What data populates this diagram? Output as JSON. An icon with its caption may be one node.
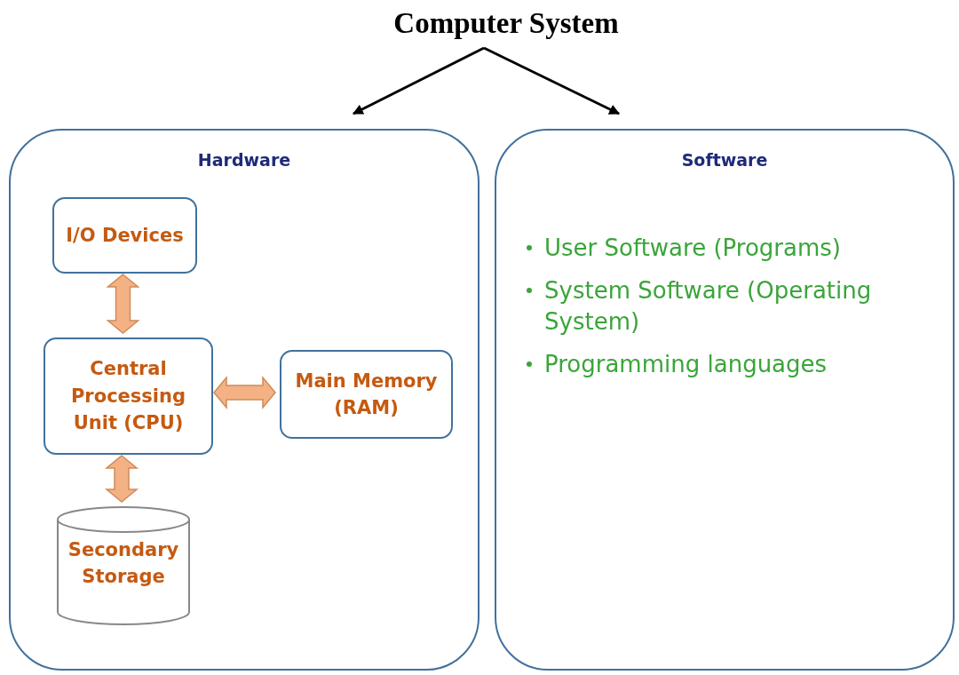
{
  "diagram": {
    "nodes": [
      {
        "text": [
          "Computer System"
        ]
      },
      {
        "text": [
          "Hardware"
        ]
      },
      {
        "text": [
          "I/O Devices"
        ],
        "in": 1
      },
      {
        "text": [
          "Central Processing Unit (CPU)"
        ],
        "in": 1
      },
      {
        "text": [
          "Main Memory (RAM)"
        ],
        "in": 1
      },
      {
        "text": [
          "Secondary Storage"
        ],
        "in": 1
      },
      {
        "text": [
          "Software",
          "User Software (Programs)",
          "System Software (Operating System)",
          "Programming languages"
        ]
      }
    ],
    "edges": [
      {
        "from": 0,
        "to": 1,
        "arrow": "to",
        "color": "#000000"
      },
      {
        "from": 0,
        "to": 6,
        "arrow": "to",
        "color": "#000000"
      },
      {
        "from": 2,
        "to": 3,
        "arrow": "both",
        "style": "thick"
      },
      {
        "from": 3,
        "to": 4,
        "arrow": "both",
        "style": "thick"
      },
      {
        "from": 3,
        "to": 5,
        "arrow": "both",
        "style": "thick"
      }
    ]
  }
}
